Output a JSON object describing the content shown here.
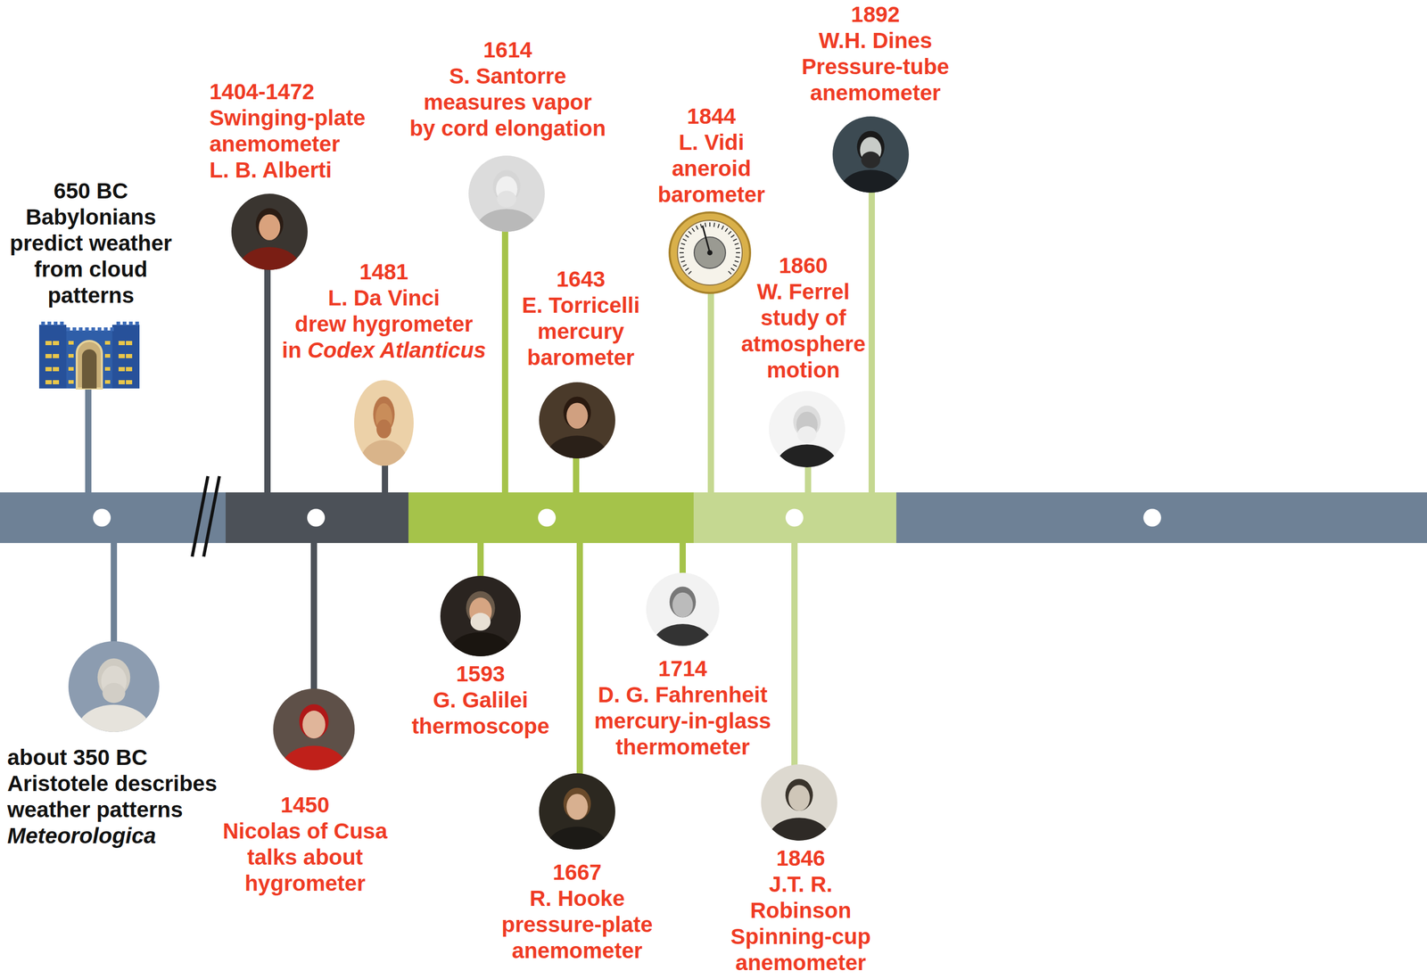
{
  "diagram": {
    "labels": [
      "650 BC Babylonians predict weather from cloud patterns",
      "about 350 BC Aristotele describes weather patterns Meteorologica",
      "1404-1472 Swinging-plate anemometer L. B. Alberti",
      "1450 Nicolas of Cusa talks about hygrometer",
      "1481 L. Da Vinci drew hygrometer in Codex Atlanticus",
      "1593 G. Galilei thermoscope",
      "1614 S. Santorre measures vapor by cord elongation",
      "1643 E. Torricelli mercury barometer",
      "1667 R. Hooke pressure-plate anemometer",
      "1714 D. G. Fahrenheit mercury-in-glass thermometer",
      "1844 L. Vidi aneroid barometer",
      "1846 J.T. R. Robinson Spinning-cup anemometer",
      "1860 W. Ferrel study of atmosphere motion",
      "1892 W.H. Dines Pressure-tube anemometer"
    ]
  }
}
